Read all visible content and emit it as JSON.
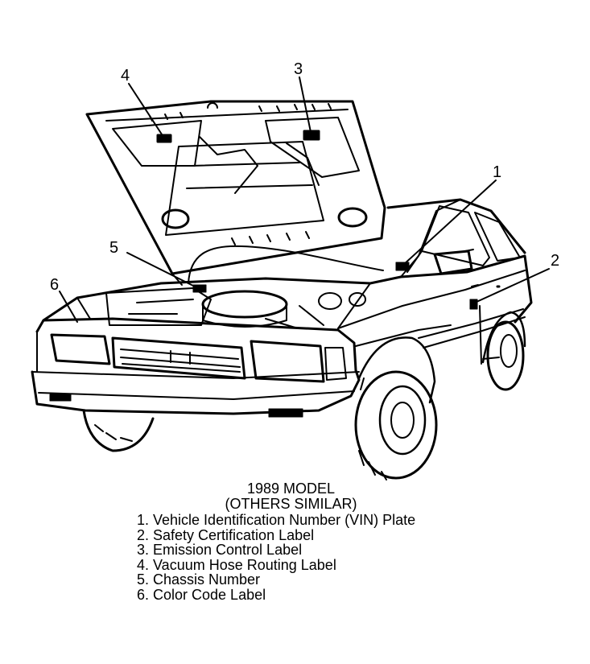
{
  "diagram": {
    "callouts": [
      {
        "num": "1"
      },
      {
        "num": "2"
      },
      {
        "num": "3"
      },
      {
        "num": "4"
      },
      {
        "num": "5"
      },
      {
        "num": "6"
      }
    ]
  },
  "caption": {
    "title_line1": "1989 MODEL",
    "title_line2": "(OTHERS SIMILAR)",
    "legend": [
      "1. Vehicle Identification Number (VIN) Plate",
      "2. Safety Certification Label",
      "3. Emission Control Label",
      "4. Vacuum Hose Routing Label",
      "5. Chassis Number",
      "6. Color Code Label"
    ]
  }
}
